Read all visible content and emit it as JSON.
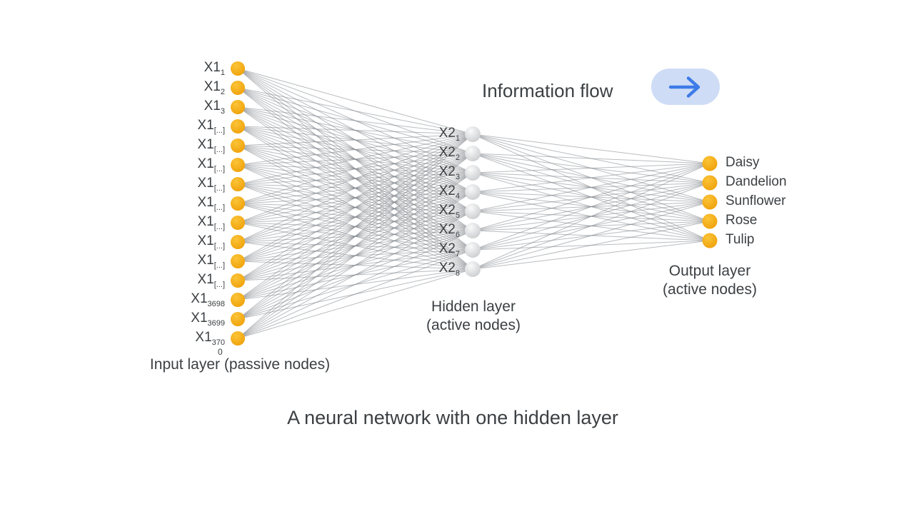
{
  "title": "A neural network with one hidden layer",
  "info_flow": {
    "label": "Information flow"
  },
  "network": {
    "layers": [
      {
        "name": "input",
        "caption": "Input layer (passive nodes)",
        "caption_overflow_digit": "0",
        "node_prefix": "X1",
        "subscripts": [
          "1",
          "2",
          "3",
          "[...]",
          "[...]",
          "[...]",
          "[...]",
          "[...]",
          "[...]",
          "[...]",
          "[...]",
          "[...]",
          "3698",
          "3699",
          "370"
        ]
      },
      {
        "name": "hidden",
        "caption_line1": "Hidden layer",
        "caption_line2": "(active nodes)",
        "node_prefix": "X2",
        "subscripts": [
          "1",
          "2",
          "3",
          "4",
          "5",
          "6",
          "7",
          "8"
        ]
      },
      {
        "name": "output",
        "caption_line1": "Output layer",
        "caption_line2": "(active nodes)",
        "node_labels": [
          "Daisy",
          "Dandelion",
          "Sunflower",
          "Rose",
          "Tulip"
        ]
      }
    ]
  },
  "colors": {
    "background": "#FFFFFF",
    "text": "#3C4043",
    "edge": "#7F858B",
    "gold_node_light": "#FBC437",
    "gold_node_dark": "#EE9D05",
    "gray_node_light": "#FAFAFA",
    "gray_node_dark": "#C4C7CA",
    "arrow_blue": "#3D7BE8",
    "pill_background": "#CEDCF6"
  }
}
